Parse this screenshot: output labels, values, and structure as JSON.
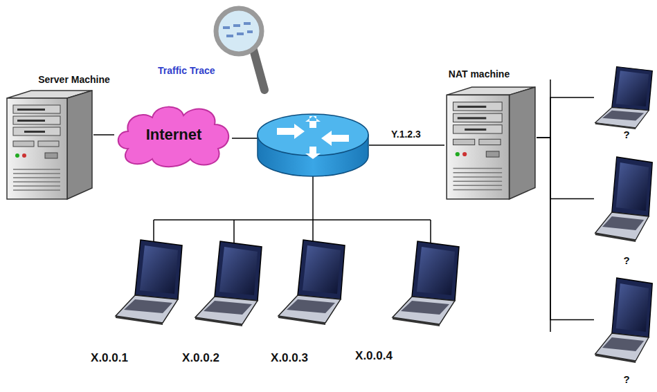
{
  "diagram": {
    "nodes": [
      {
        "text": [
          "Server Machine"
        ]
      },
      {
        "text": [
          "Internet"
        ]
      },
      {
        "text": [
          "NAT machine"
        ]
      },
      {
        "text": [
          "?"
        ]
      },
      {
        "text": [
          "?"
        ]
      },
      {
        "text": [
          "?"
        ]
      },
      {
        "text": [
          "X.0.0.1"
        ]
      },
      {
        "text": [
          "X.0.0.2"
        ]
      },
      {
        "text": [
          "X.0.0.3"
        ]
      },
      {
        "text": [
          "X.0.0.4"
        ]
      }
    ],
    "edges": [
      {
        "from": 0,
        "to": 1,
        "arrow": "none"
      },
      {
        "from": 2,
        "to": 3,
        "arrow": "none"
      },
      {
        "from": 2,
        "to": 4,
        "arrow": "none"
      },
      {
        "from": 2,
        "to": 5,
        "arrow": "none"
      }
    ],
    "labels": [
      "Traffic Trace",
      "Y.1.2.3"
    ]
  }
}
